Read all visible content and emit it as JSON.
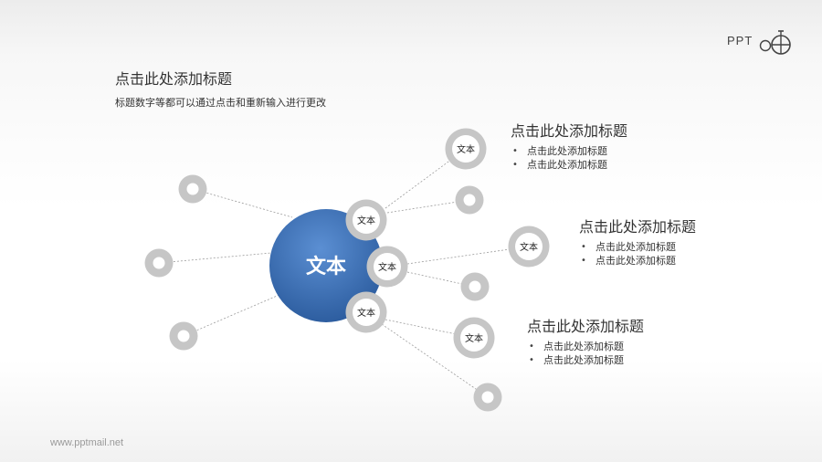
{
  "header": {
    "title": "点击此处添加标题",
    "subtitle": "标题数字等都可以通过点击和重新输入进行更改"
  },
  "logo": {
    "text": "PPT"
  },
  "footer": {
    "url": "www.pptmail.net"
  },
  "diagram": {
    "center_label": "文本",
    "node_label": "文本",
    "callouts": [
      {
        "title": "点击此处添加标题",
        "items": [
          "点击此处添加标题",
          "点击此处添加标题"
        ]
      },
      {
        "title": "点击此处添加标题",
        "items": [
          "点击此处添加标题",
          "点击此处添加标题"
        ]
      },
      {
        "title": "点击此处添加标题",
        "items": [
          "点击此处添加标题",
          "点击此处添加标题"
        ]
      }
    ]
  },
  "colors": {
    "center_top": "#4f81c7",
    "center_bottom": "#2a5a9c",
    "ring": "#c6c6c6",
    "connector": "#a0a0a0"
  }
}
